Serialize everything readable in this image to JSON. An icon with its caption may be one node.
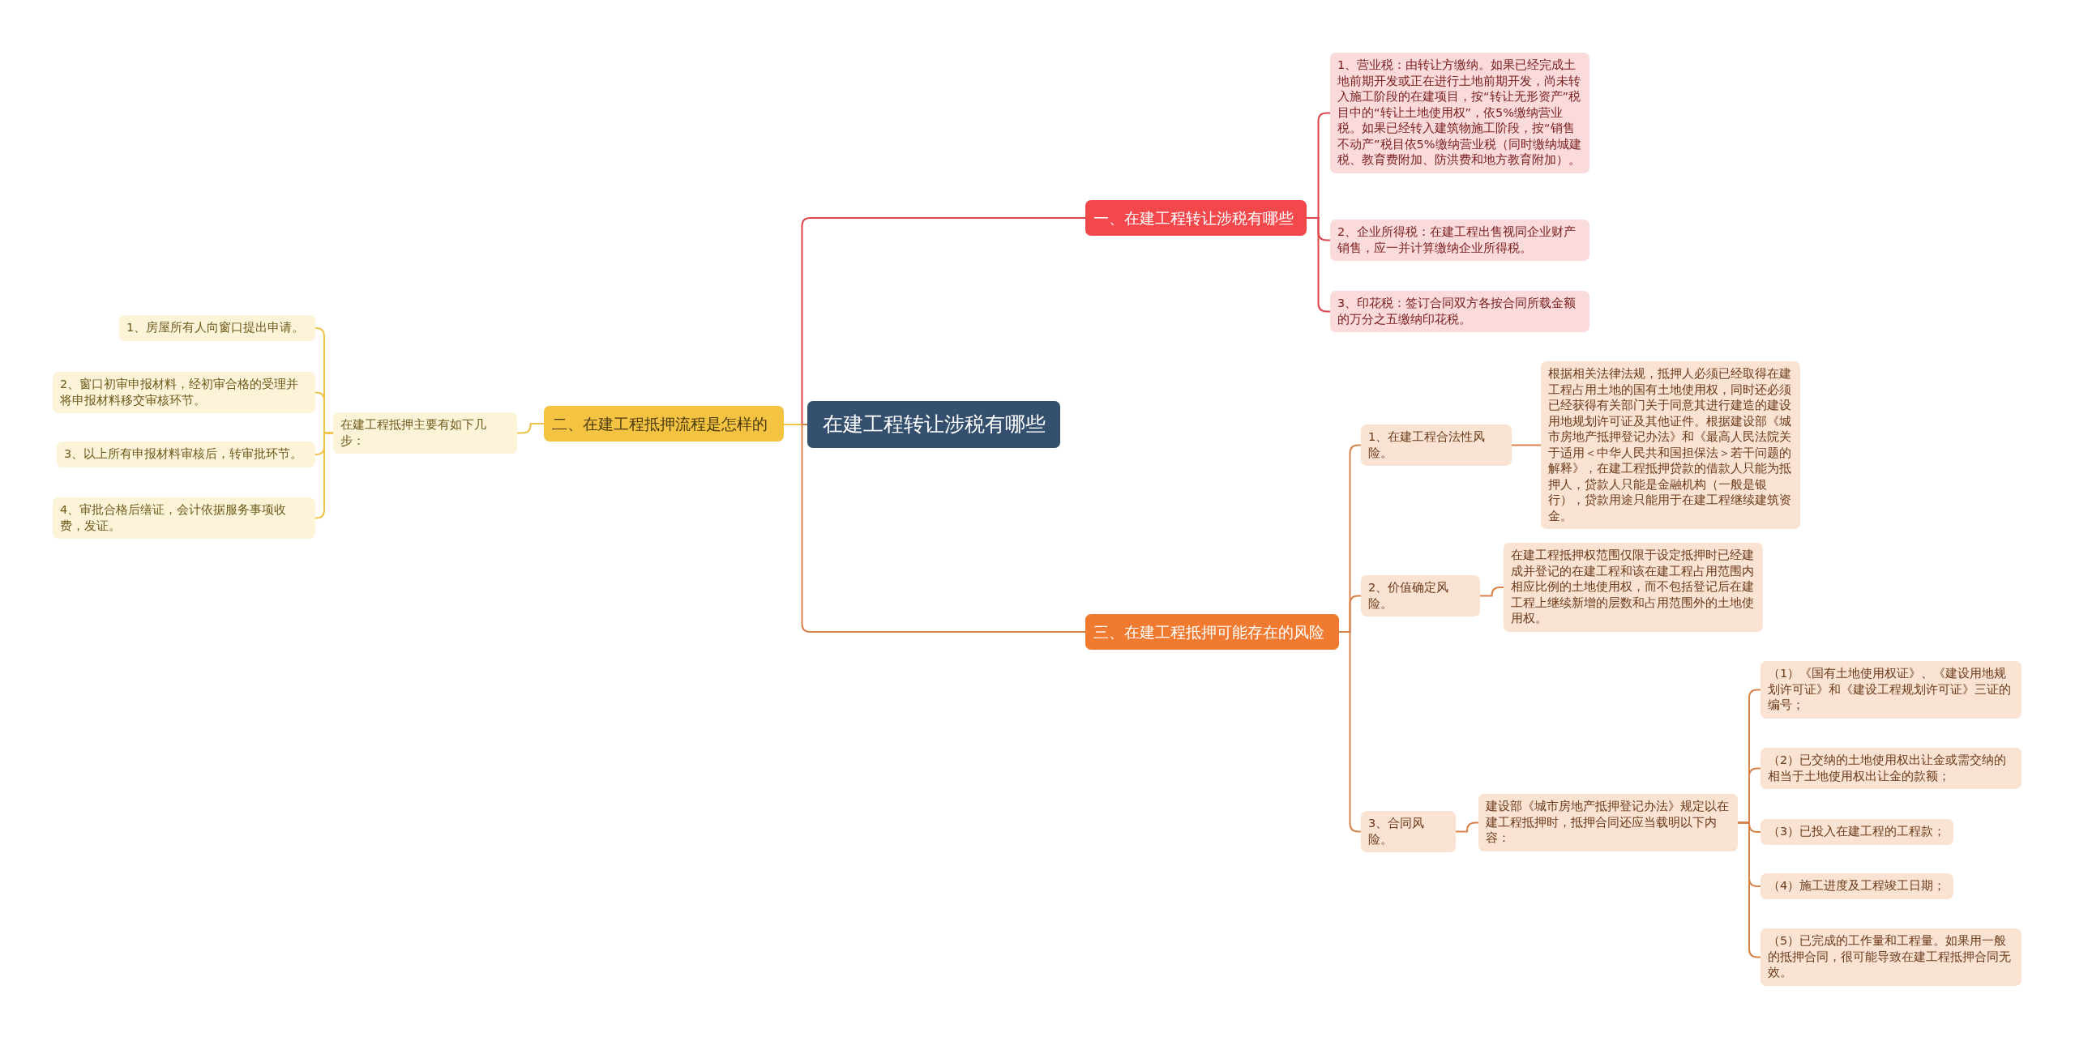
{
  "diagram": {
    "nodes": [
      {
        "text": [
          "在建工程转让涉税有哪些"
        ]
      },
      {
        "text": [
          "一、在建工程转让涉税有哪些"
        ]
      },
      {
        "text": [
          "1、营业税：由转让方缴纳。如果已经完成土地前期开发或正在进行土地前期开发，尚未转入施工阶段的在建项目，按“转让无形资产”税目中的“转让土地使用权”，依5%缴纳营业税。如果已经转入建筑物施工阶段，按“销售不动产”税目依5%缴纳营业税（同时缴纳城建税、教育费附加、防洪费和地方教育附加）。"
        ]
      },
      {
        "text": [
          "2、企业所得税：在建工程出售视同企业财产销售，应一并计算缴纳企业所得税。"
        ]
      },
      {
        "text": [
          "3、印花税：签订合同双方各按合同所载金额的万分之五缴纳印花税。"
        ]
      },
      {
        "text": [
          "二、在建工程抵押流程是怎样的"
        ]
      },
      {
        "text": [
          "在建工程抵押主要有如下几步："
        ]
      },
      {
        "text": [
          "1、房屋所有人向窗口提出申请。"
        ]
      },
      {
        "text": [
          "2、窗口初审申报材料，经初审合格的受理并将申报材料移交审核环节。"
        ]
      },
      {
        "text": [
          "3、以上所有申报材料审核后，转审批环节。"
        ]
      },
      {
        "text": [
          "4、审批合格后缮证，会计依据服务事项收费，发证。"
        ]
      },
      {
        "text": [
          "三、在建工程抵押可能存在的风险"
        ]
      },
      {
        "text": [
          "1、在建工程合法性风险。"
        ]
      },
      {
        "text": [
          "根据相关法律法规，抵押人必须已经取得在建工程占用土地的国有土地使用权，同时还必须已经获得有关部门关于同意其进行建造的建设用地规划许可证及其他证件。根据建设部《城市房地产抵押登记办法》和《最高人民法院关于适用＜中华人民共和国担保法＞若干问题的解释》，在建工程抵押贷款的借款人只能为抵押人，贷款人只能是金融机构（一般是银行），贷款用途只能用于在建工程继续建筑资金。"
        ]
      },
      {
        "text": [
          "2、价值确定风险。"
        ]
      },
      {
        "text": [
          "在建工程抵押权范围仅限于设定抵押时已经建成并登记的在建工程和该在建工程占用范围内相应比例的土地使用权，而不包括登记后在建工程上继续新增的层数和占用范围外的土地使用权。"
        ]
      },
      {
        "text": [
          "3、合同风险。"
        ]
      },
      {
        "text": [
          "建设部《城市房地产抵押登记办法》规定以在建工程抵押时，抵押合同还应当载明以下内容："
        ]
      },
      {
        "text": [
          "（1）《国有土地使用权证》、《建设用地规划许可证》和《建设工程规划许可证》三证的编号；"
        ]
      },
      {
        "text": [
          "（2）已交纳的土地使用权出让金或需交纳的相当于土地使用权出让金的款额；"
        ]
      },
      {
        "text": [
          "（3）已投入在建工程的工程款；"
        ]
      },
      {
        "text": [
          "（4）施工进度及工程竣工日期；"
        ]
      },
      {
        "text": [
          "（5）已完成的工作量和工程量。如果用一般的抵押合同，很可能导致在建工程抵押合同无效。"
        ]
      }
    ],
    "edges": [
      {
        "from": 0,
        "to": 1,
        "arrow": "none",
        "color": "#e0474c"
      },
      {
        "from": 1,
        "to": 2,
        "arrow": "none",
        "color": "#e0474c"
      },
      {
        "from": 1,
        "to": 3,
        "arrow": "none",
        "color": "#e0474c"
      },
      {
        "from": 1,
        "to": 4,
        "arrow": "none",
        "color": "#e0474c"
      },
      {
        "from": 0,
        "to": 5,
        "arrow": "none",
        "color": "#f0c24a"
      },
      {
        "from": 5,
        "to": 6,
        "arrow": "none",
        "color": "#f0c24a"
      },
      {
        "from": 6,
        "to": 7,
        "arrow": "none",
        "color": "#f0c24a"
      },
      {
        "from": 6,
        "to": 8,
        "arrow": "none",
        "color": "#f0c24a"
      },
      {
        "from": 6,
        "to": 9,
        "arrow": "none",
        "color": "#f0c24a"
      },
      {
        "from": 6,
        "to": 10,
        "arrow": "none",
        "color": "#f0c24a"
      },
      {
        "from": 0,
        "to": 11,
        "arrow": "none"
      },
      {
        "from": 11,
        "to": 12,
        "arrow": "none"
      },
      {
        "from": 12,
        "to": 13,
        "arrow": "none"
      },
      {
        "from": 11,
        "to": 14,
        "arrow": "none"
      },
      {
        "from": 14,
        "to": 15,
        "arrow": "none"
      },
      {
        "from": 11,
        "to": 16,
        "arrow": "none"
      },
      {
        "from": 16,
        "to": 17,
        "arrow": "none"
      },
      {
        "from": 17,
        "to": 18,
        "arrow": "none"
      },
      {
        "from": 17,
        "to": 19,
        "arrow": "none"
      },
      {
        "from": 17,
        "to": 20,
        "arrow": "none"
      },
      {
        "from": 17,
        "to": 21,
        "arrow": "none"
      },
      {
        "from": 17,
        "to": 22,
        "arrow": "none"
      }
    ]
  }
}
